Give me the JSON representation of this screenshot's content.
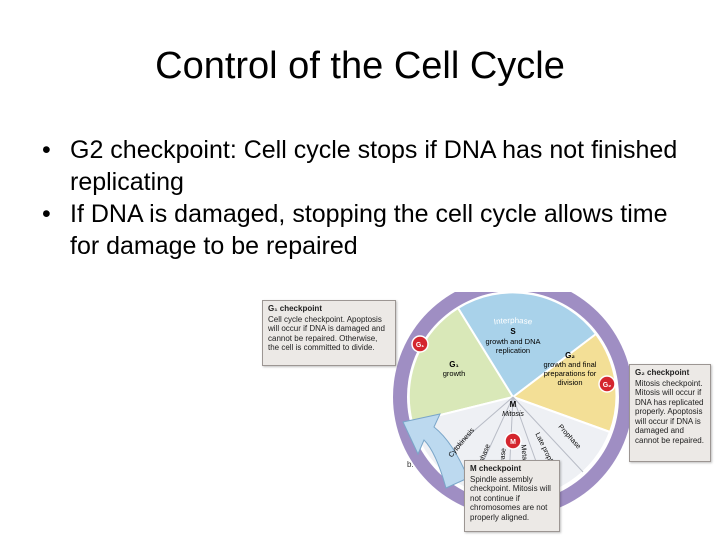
{
  "slide": {
    "title": "Control of the Cell Cycle",
    "bullet_char": "•",
    "bullets": [
      "G2 checkpoint: Cell cycle stops if DNA has not finished replicating",
      "If DNA is damaged, stopping the cell cycle allows time for damage to be repaired"
    ]
  },
  "figure": {
    "ring_label": "Interphase",
    "s_phase": {
      "title": "S",
      "line1": "growth and DNA",
      "line2": "replication"
    },
    "g1_phase": {
      "title": "G₁",
      "line1": "growth"
    },
    "g2_phase": {
      "title": "G₂",
      "line1": "growth and final",
      "line2": "preparations for",
      "line3": "division"
    },
    "m_phase": {
      "title": "M",
      "line1": "Mitosis"
    },
    "mitosis_stages": [
      "Cytokinesis",
      "Telophase",
      "Anaphase",
      "Metaphase",
      "Late prophase",
      "Prophase"
    ],
    "markers": {
      "g1": "G₁",
      "g2": "G₂",
      "m": "M"
    },
    "panel_letter": "b.",
    "callouts": {
      "g1": {
        "title": "G₁ checkpoint",
        "text": "Cell cycle checkpoint. Apoptosis will occur if DNA is damaged and cannot be repaired. Otherwise, the cell is committed to divide."
      },
      "g2": {
        "title": "G₂ checkpoint",
        "text": "Mitosis checkpoint. Mitosis will occur if DNA has replicated properly. Apoptosis will occur if DNA is damaged and cannot be repaired."
      },
      "m": {
        "title": "M checkpoint",
        "text": "Spindle assembly checkpoint. Mitosis will not continue if chromosomes are not properly aligned."
      }
    },
    "colors": {
      "s_wedge": "#a9d2ea",
      "g1_wedge": "#d9e8b8",
      "g2_wedge": "#f3df96",
      "m_wedge": "#eef0f4",
      "ring": "#8e7ab8",
      "arrow": "#bcd9ef",
      "marker": "#d4262e"
    }
  }
}
